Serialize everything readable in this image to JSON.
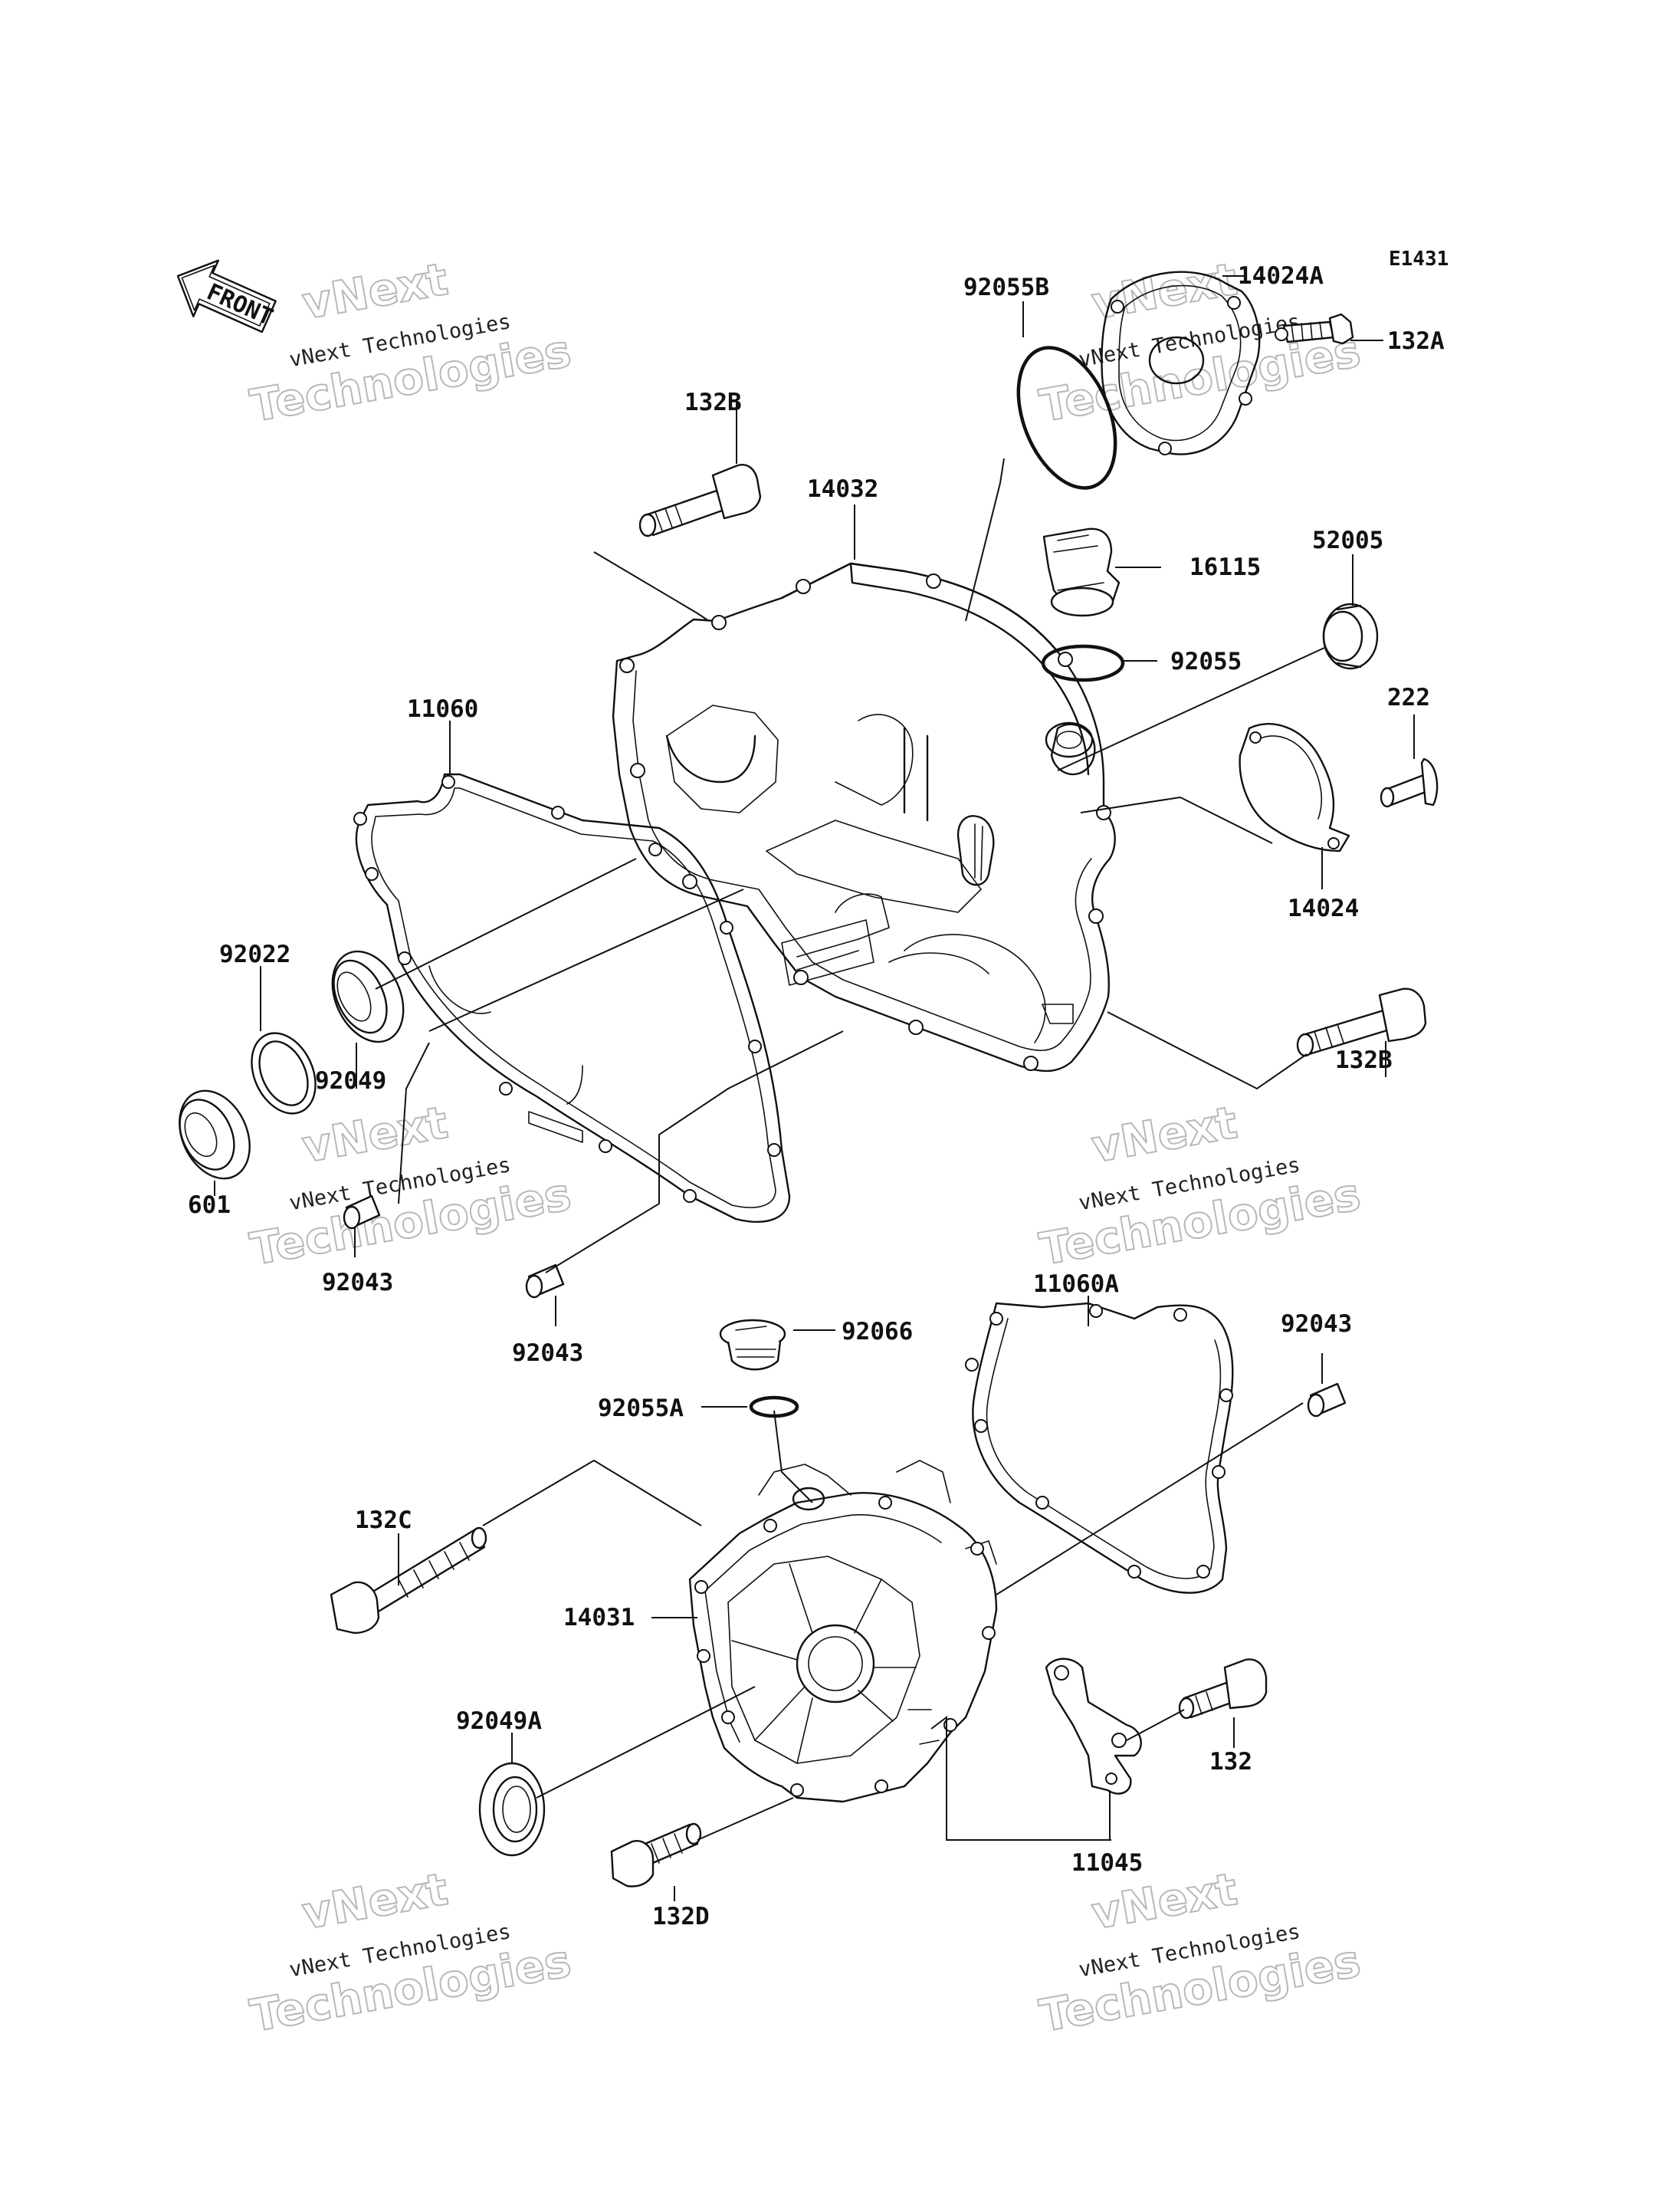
{
  "diagram_code": "E1431",
  "front_arrow_label": "FRONT",
  "watermark": {
    "line1": "vNext",
    "line2": "vNext Technologies",
    "line3": "Technologies"
  },
  "parts": [
    {
      "id": "p01",
      "label": "92055B"
    },
    {
      "id": "p02",
      "label": "14024A"
    },
    {
      "id": "p03",
      "label": "132A"
    },
    {
      "id": "p04",
      "label": "132B"
    },
    {
      "id": "p05",
      "label": "14032"
    },
    {
      "id": "p06",
      "label": "16115"
    },
    {
      "id": "p07",
      "label": "52005"
    },
    {
      "id": "p08",
      "label": "92055"
    },
    {
      "id": "p09",
      "label": "222"
    },
    {
      "id": "p10",
      "label": "11060"
    },
    {
      "id": "p11",
      "label": "14024"
    },
    {
      "id": "p12",
      "label": "92022"
    },
    {
      "id": "p13",
      "label": "132B"
    },
    {
      "id": "p14",
      "label": "92049"
    },
    {
      "id": "p15",
      "label": "601"
    },
    {
      "id": "p16",
      "label": "92043"
    },
    {
      "id": "p17",
      "label": "92043"
    },
    {
      "id": "p18",
      "label": "11060A"
    },
    {
      "id": "p19",
      "label": "92066"
    },
    {
      "id": "p20",
      "label": "92043"
    },
    {
      "id": "p21",
      "label": "92055A"
    },
    {
      "id": "p22",
      "label": "132C"
    },
    {
      "id": "p23",
      "label": "14031"
    },
    {
      "id": "p24",
      "label": "92049A"
    },
    {
      "id": "p25",
      "label": "132"
    },
    {
      "id": "p26",
      "label": "11045"
    },
    {
      "id": "p27",
      "label": "132D"
    }
  ]
}
